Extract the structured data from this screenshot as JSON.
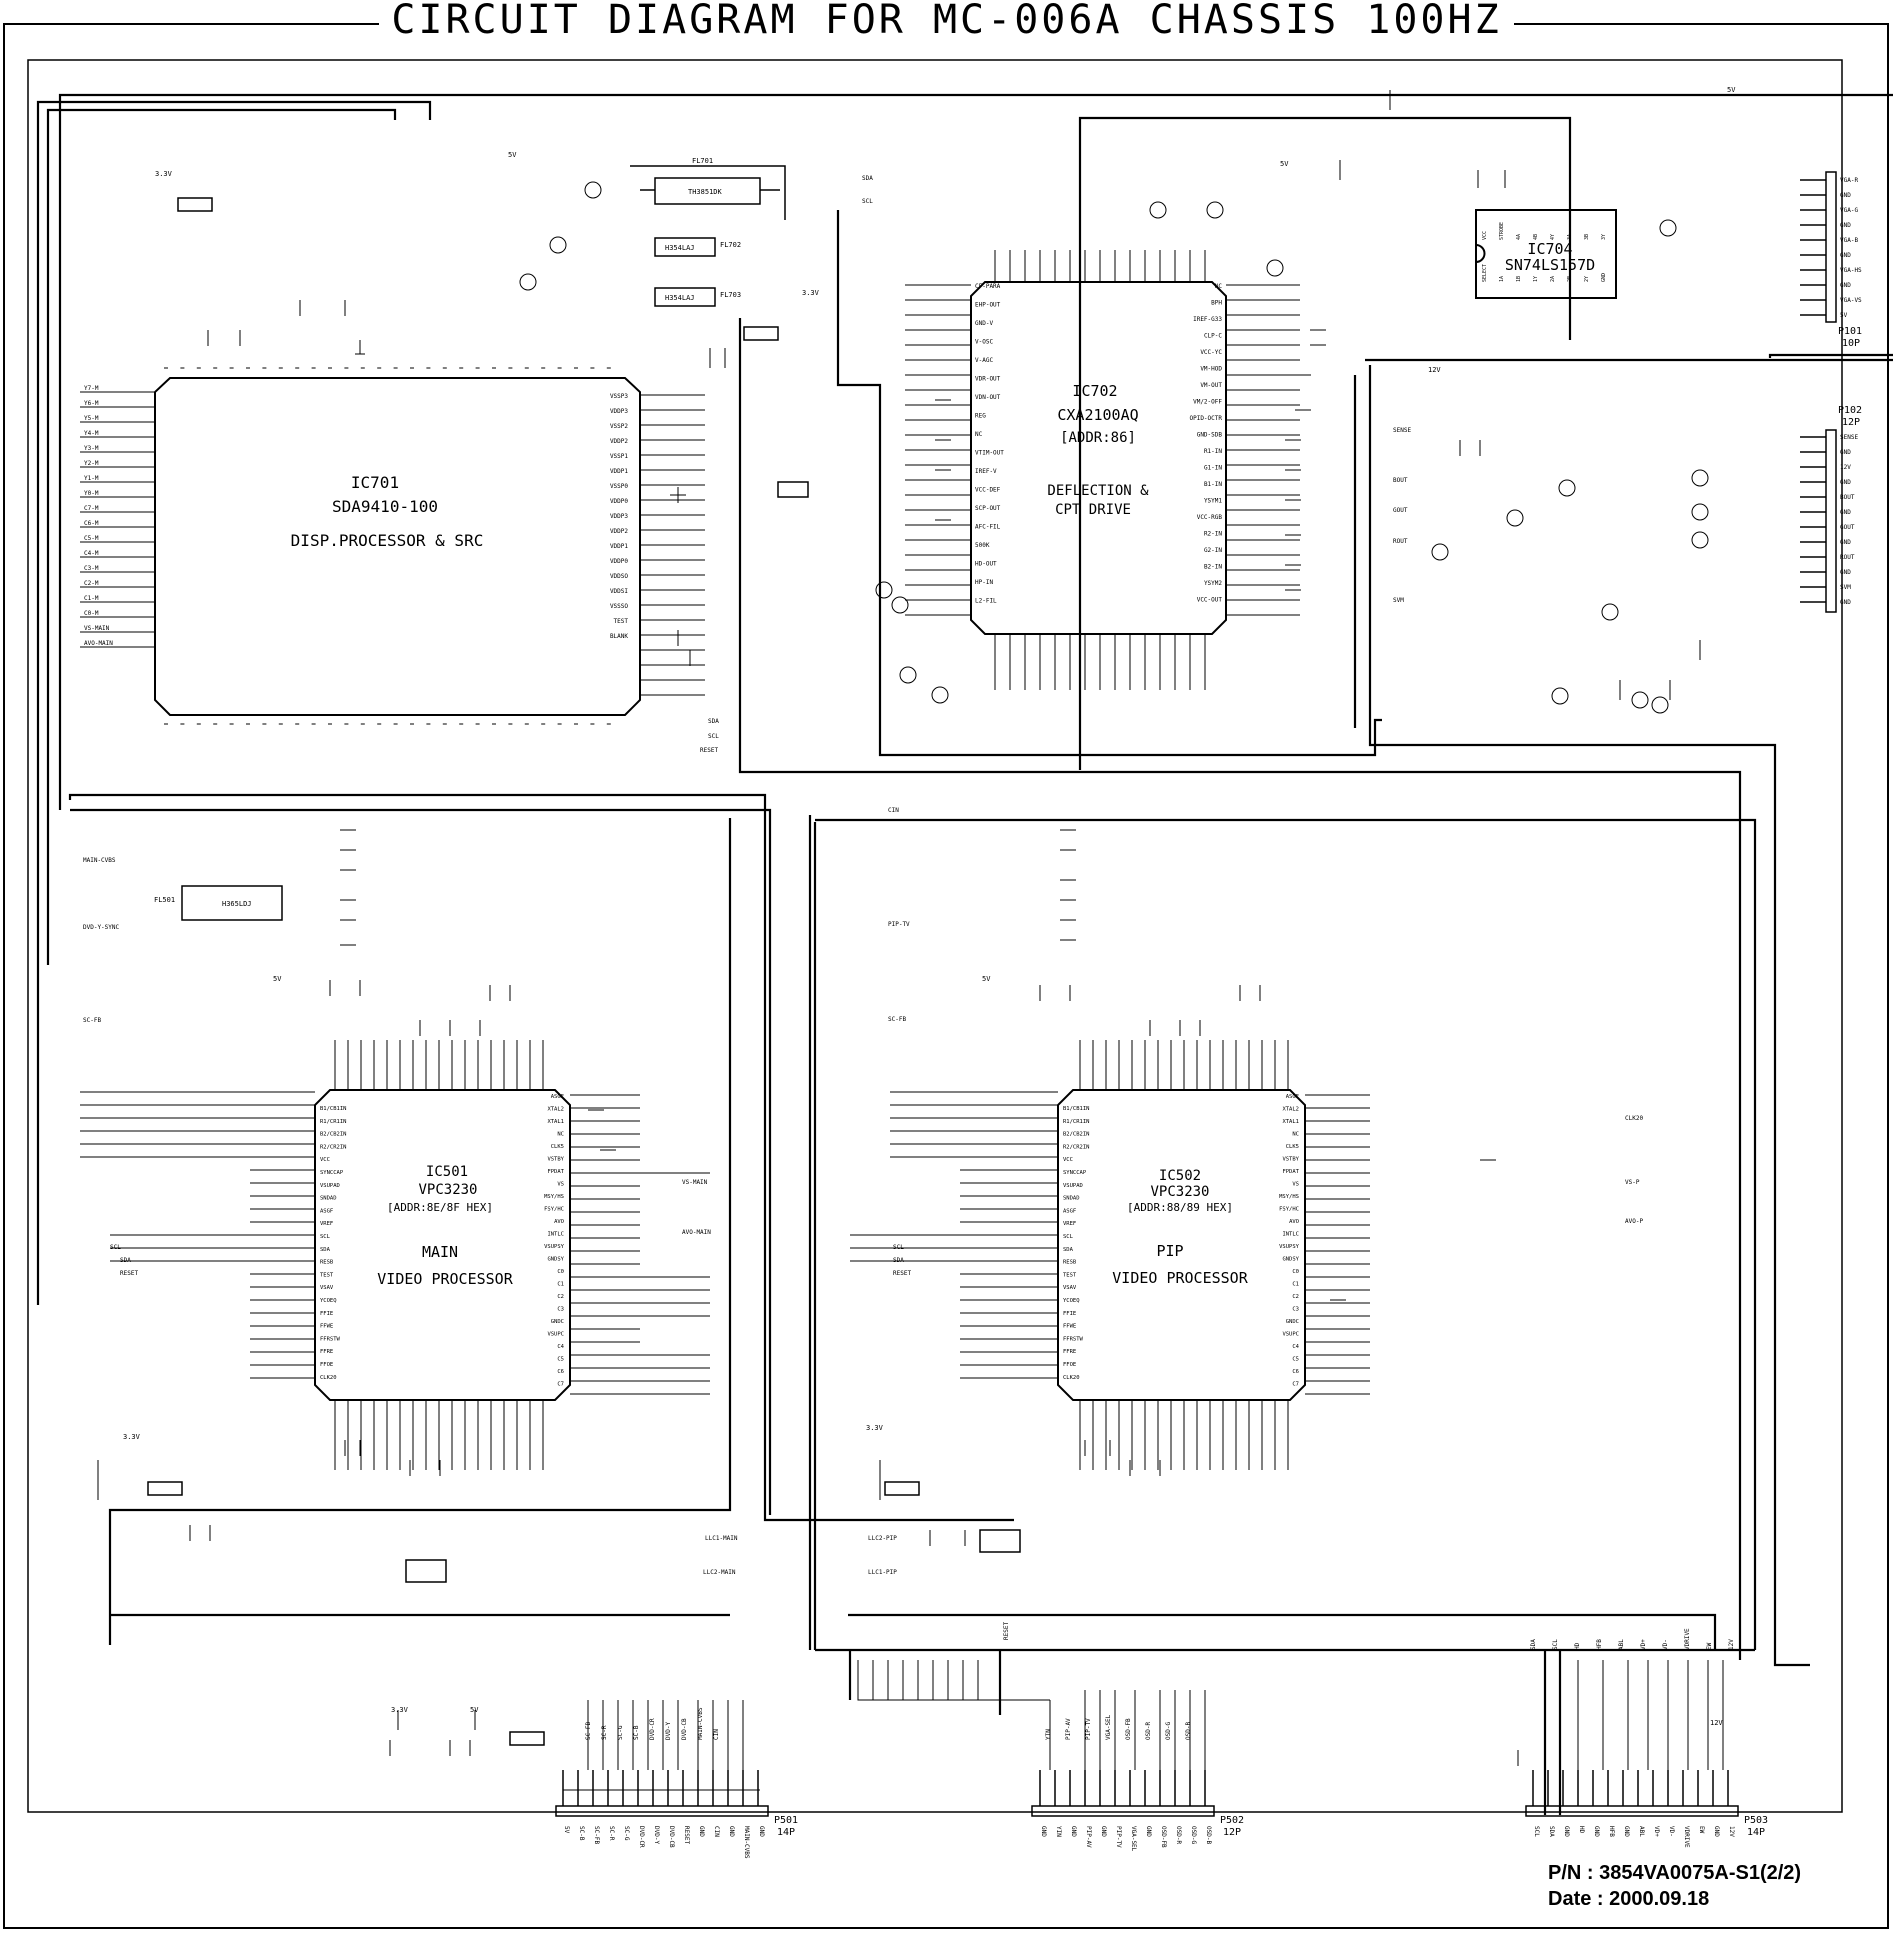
{
  "title": "CIRCUIT DIAGRAM FOR MC-006A CHASSIS 100HZ",
  "footer": {
    "part_number": "P/N : 3854VA0075A-S1(2/2)",
    "date": "Date : 2000.09.18"
  },
  "ics": {
    "ic701": {
      "ref": "IC701",
      "part": "SDA9410-100",
      "desc": "DISP.PROCESSOR & SRC"
    },
    "ic702": {
      "ref": "IC702",
      "part": "CXA2100AQ",
      "addr": "[ADDR:86]",
      "desc1": "DEFLECTION &",
      "desc2": "CPT DRIVE"
    },
    "ic704": {
      "ref": "IC704",
      "part": "SN74LS157D"
    },
    "ic501": {
      "ref": "IC501",
      "part": "VPC3230",
      "addr": "[ADDR:8E/8F HEX]",
      "desc1": "MAIN",
      "desc2": "VIDEO PROCESSOR"
    },
    "ic502": {
      "ref": "IC502",
      "part": "VPC3230",
      "addr": "[ADDR:88/89 HEX]",
      "desc1": "PIP",
      "desc2": "VIDEO PROCESSOR"
    }
  },
  "connectors": {
    "p101": {
      "ref": "P101",
      "pins": "10P"
    },
    "p102": {
      "ref": "P102",
      "pins": "12P"
    },
    "p501": {
      "ref": "P501",
      "pins": "14P"
    },
    "p502": {
      "ref": "P502",
      "pins": "12P"
    },
    "p503": {
      "ref": "P503",
      "pins": "14P"
    }
  },
  "filters": {
    "fl701": "FL701",
    "fl702": "FL702",
    "fl703": "FL703",
    "fl501": "FL501",
    "fl701_part": "TH3851DK",
    "fl702_part": "H354LAJ",
    "fl703_part": "H354LAJ",
    "fl501_part": "H365LDJ"
  },
  "rails": {
    "v33": "3.3V",
    "v5": "5V",
    "v12": "12V"
  },
  "nets": {
    "sda": "SDA",
    "scl": "SCL",
    "reset": "RESET",
    "llc1_main": "LLC1-MAIN",
    "llc2_main": "LLC2-MAIN",
    "llc1_pip": "LLC1-PIP",
    "llc2_pip": "LLC2-PIP",
    "main_cvbs": "MAIN-CVBS",
    "dvd_y_sync": "DVD-Y-SYNC",
    "cin": "CIN",
    "pip_tv": "PIP-TV",
    "sc_fb": "SC-FB",
    "vs_main": "VS-MAIN",
    "avo_main": "AVO-MAIN",
    "vs_p": "VS-P",
    "avo_p": "AVO-P",
    "clk20": "CLK20",
    "sense": "SENSE",
    "bout": "BOUT",
    "gout": "GOUT",
    "rout": "ROUT",
    "svm": "SVM"
  },
  "ic701_left_pins": [
    "Y7-M",
    "Y6-M",
    "Y5-M",
    "Y4-M",
    "Y3-M",
    "Y2-M",
    "Y1-M",
    "Y0-M",
    "C7-M",
    "C6-M",
    "C5-M",
    "C4-M",
    "C3-M",
    "C2-M",
    "C1-M",
    "C0-M",
    "VS-MAIN",
    "AVO-MAIN"
  ],
  "ic701_right_pins": [
    "VSSP3",
    "VDDP3",
    "VSSP2",
    "VDDP2",
    "VSSP1",
    "VDDP1",
    "VSSP0",
    "VDDP0",
    "VDDP3",
    "VDDP2",
    "VDDP1",
    "VDDP0",
    "VDDSO",
    "VDDSI",
    "VSSSO",
    "TEST",
    "BLANK"
  ],
  "ic702_left_pins": [
    "CF-PARA",
    "EHP-OUT",
    "GND-V",
    "V-OSC",
    "V-AGC",
    "VDR-OUT",
    "VDN-OUT",
    "REG",
    "NC",
    "VTIM-OUT",
    "IREF-V",
    "VCC-DEF",
    "SCP-OUT",
    "AFC-FIL",
    "500K",
    "HD-OUT",
    "HP-IN",
    "L2-FIL"
  ],
  "ic702_right_pins": [
    "NC",
    "BPH",
    "IREF-G33",
    "CLP-C",
    "VCC-YC",
    "VM-HOD",
    "VM-OUT",
    "VM/2-OFF",
    "OPID-OCTR",
    "GND-SDB",
    "R1-IN",
    "G1-IN",
    "B1-IN",
    "YSYM1",
    "VCC-RGB",
    "R2-IN",
    "G2-IN",
    "B2-IN",
    "YSYM2",
    "VCC-OUT"
  ],
  "p101_pins": [
    "VGA-R",
    "GND",
    "VGA-G",
    "GND",
    "VGA-B",
    "GND",
    "VGA-HS",
    "GND",
    "VGA-VS",
    "5V"
  ],
  "p102_pins": [
    "SENSE",
    "GND",
    "12V",
    "GND",
    "BOUT",
    "GND",
    "GOUT",
    "GND",
    "ROUT",
    "GND",
    "SVM",
    "GND"
  ],
  "vpc_left_pins": [
    "B1/CB1IN",
    "R1/CR1IN",
    "B2/CB2IN",
    "R2/CR2IN",
    "VCC",
    "SYNCCAP",
    "VSUPAD",
    "SNDAD",
    "ASGF",
    "VREF",
    "SCL",
    "SDA",
    "RESB",
    "TEST",
    "VSAV",
    "YCOEQ",
    "FFIE",
    "FFWE",
    "FFRSTW",
    "FFRE",
    "FFOE",
    "CLK20"
  ],
  "vpc_right_pins": [
    "ASGF",
    "XTAL2",
    "XTAL1",
    "NC",
    "CLK5",
    "VSTBY",
    "FPDAT",
    "VS",
    "MSY/HS",
    "FSY/HC",
    "AVO",
    "INTLC",
    "VSUPSY",
    "GNDSY",
    "C0",
    "C1",
    "C2",
    "C3",
    "GNDC",
    "VSUPC",
    "C4",
    "C5",
    "C6",
    "C7"
  ],
  "p501_pins": [
    "5V",
    "SC-B",
    "SC-FB",
    "SC-R",
    "SC-G",
    "DVD-CR",
    "DVD-Y",
    "DVD-CB",
    "RESET",
    "GND",
    "CIN",
    "GND",
    "MAIN-CVBS",
    "GND"
  ],
  "p502_pins": [
    "GND",
    "YIN",
    "GND",
    "PIP-AV",
    "GND",
    "PIP-TV",
    "VGA-SEL",
    "GND",
    "OSD-FB",
    "OSD-R",
    "OSD-G",
    "OSD-B"
  ],
  "p503_pins": [
    "SCL",
    "SDA",
    "GND",
    "HD",
    "GND",
    "HFB",
    "GND",
    "ABL",
    "VD+",
    "VD-",
    "VDRIVE",
    "EW",
    "GND",
    "12V"
  ],
  "p501_top_labels": [
    "SC-FB",
    "SC-R",
    "SC-G",
    "SC-B",
    "DVD-CR",
    "DVD-Y",
    "DVD-CB",
    "MAIN-CVBS",
    "CIN"
  ],
  "p502_top_labels": [
    "YIN",
    "PIP-AV",
    "PIP-TV",
    "VGA-SEL",
    "OSD-FB",
    "OSD-R",
    "OSD-G",
    "OSD-B"
  ],
  "p503_top_labels": [
    "SDA",
    "SCL",
    "HD",
    "HFB",
    "ABL",
    "VD+",
    "VD-",
    "VDRIVE",
    "EW",
    "12V"
  ],
  "ic704_pins_top": [
    "VCC",
    "STROBE",
    "4A",
    "4B",
    "4Y",
    "3A",
    "3B",
    "3Y"
  ],
  "ic704_pins_bottom": [
    "SELECT",
    "1A",
    "1B",
    "1Y",
    "2A",
    "2B",
    "2Y",
    "GND"
  ]
}
